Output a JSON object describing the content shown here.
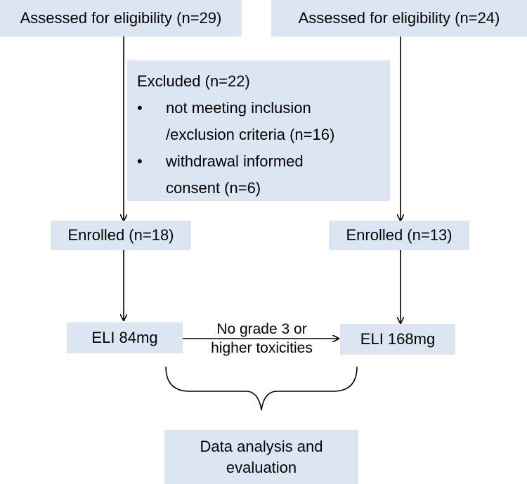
{
  "left_assessed": "Assessed for eligibility (n=29)",
  "right_assessed": "Assessed for eligibility (n=24)",
  "excluded": {
    "title": "Excluded (n=22)",
    "bullet": "•",
    "reason1_line1": "not meeting inclusion",
    "reason1_line2": "/exclusion criteria (n=16)",
    "reason2_line1": "withdrawal  informed",
    "reason2_line2": "consent (n=6)"
  },
  "left_enrolled": "Enrolled (n=18)",
  "right_enrolled": "Enrolled (n=13)",
  "low_dose": "ELI 84mg",
  "high_dose": "ELI 168mg",
  "transition": {
    "line1": "No grade 3 or",
    "line2": "higher toxicities"
  },
  "analysis": {
    "line1": "Data analysis and",
    "line2": "evaluation"
  },
  "colors": {
    "box_fill": "#dce6f2",
    "line": "#000000"
  }
}
